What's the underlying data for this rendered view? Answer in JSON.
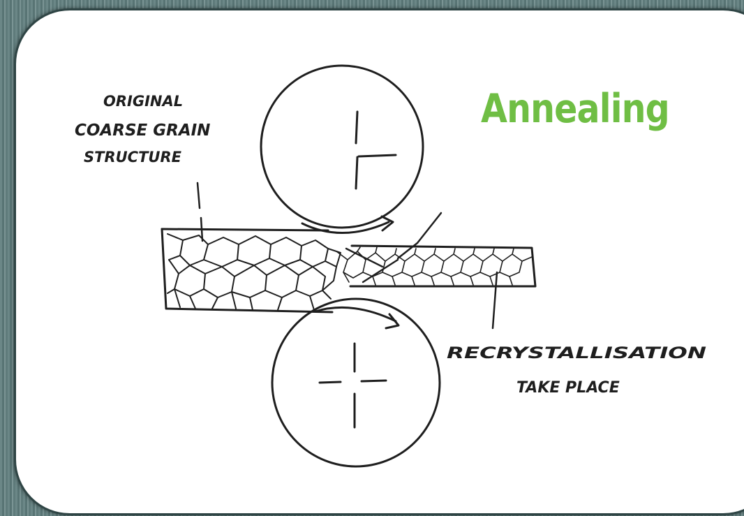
{
  "slide": {
    "title": "Annealing"
  },
  "diagram": {
    "labels": {
      "original_line1": "ORIGINAL",
      "original_line2": "COARSE GRAIN",
      "original_line3": "STRUCTURE",
      "recryst_line1": "RECRYSTALLISATION",
      "recryst_line2": "TAKE PLACE"
    },
    "ink_color": "#1e1e1e",
    "title_color": "#6fbe44",
    "frame_color": "#2f4545"
  }
}
